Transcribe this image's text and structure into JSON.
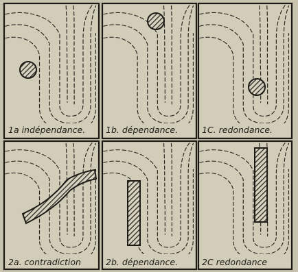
{
  "panels": [
    {
      "id": "1a",
      "label": "1a  indépendance."
    },
    {
      "id": "1b",
      "label": "1b. dépendance."
    },
    {
      "id": "1c",
      "label": "1C. redondance."
    },
    {
      "id": "2a",
      "label": "2a. contradiction"
    },
    {
      "id": "2b",
      "label": "2b. dépendance."
    },
    {
      "id": "2c",
      "label": "2C redondance"
    }
  ],
  "colors": {
    "paper": "#c7c3ae",
    "ink": "#1d1a16",
    "hatch": "#2a2520"
  }
}
